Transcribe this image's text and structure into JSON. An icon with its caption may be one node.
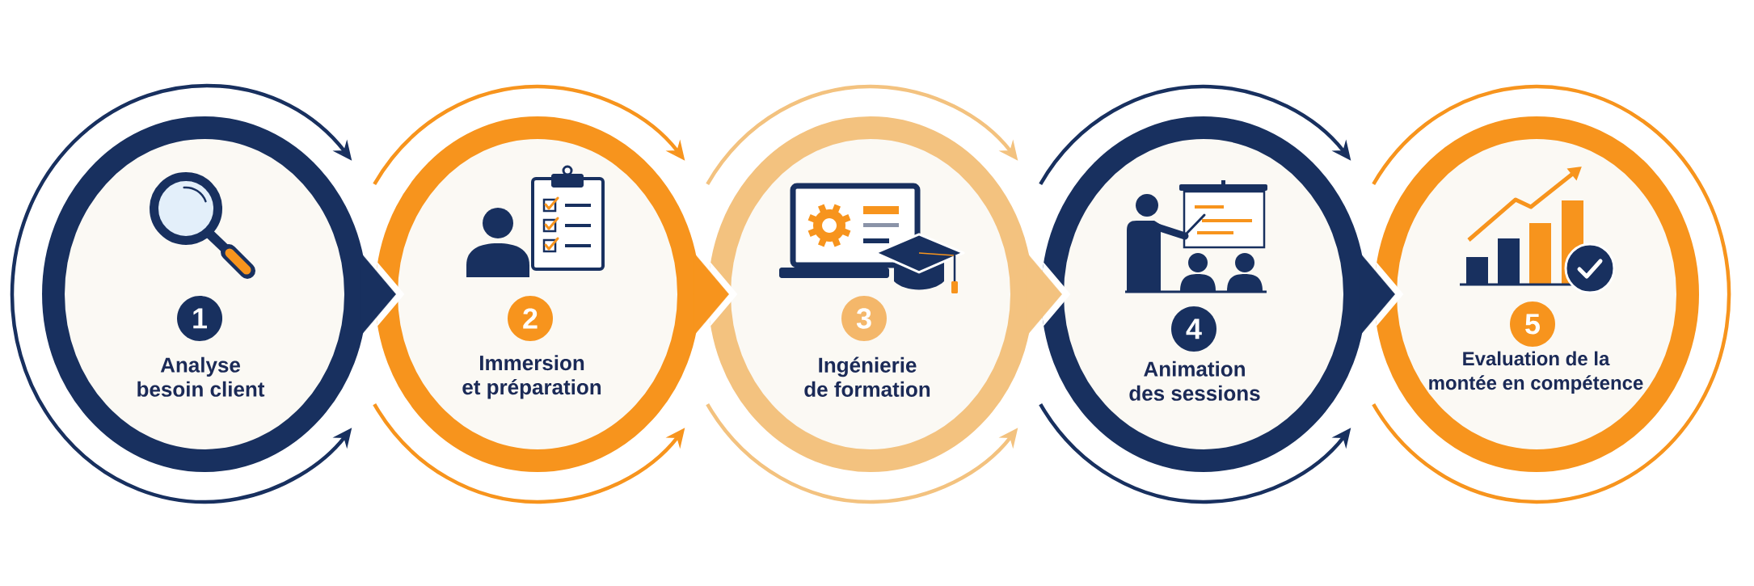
{
  "diagram": {
    "nodes": [
      {
        "text": [
          "Analyse besoin client"
        ]
      },
      {
        "text": [
          "1"
        ],
        "in": 0
      },
      {
        "text": [
          "Immersion et préparation"
        ]
      },
      {
        "text": [
          "2"
        ],
        "in": 2
      },
      {
        "text": [
          "Ingénierie de formation"
        ]
      },
      {
        "text": [
          "3"
        ],
        "in": 4
      },
      {
        "text": [
          "Animation des sessions"
        ]
      },
      {
        "text": [
          "4"
        ],
        "in": 6
      },
      {
        "text": [
          "Evaluation de la montée en compétence"
        ]
      },
      {
        "text": [
          "5"
        ],
        "in": 8
      }
    ],
    "edges": [
      {
        "from": 0,
        "to": 2,
        "arrow": "to"
      },
      {
        "from": 2,
        "to": 4,
        "arrow": "to",
        "color": "#f7941d"
      },
      {
        "from": 4,
        "to": 6,
        "arrow": "to",
        "color": "#f3c27f"
      },
      {
        "from": 6,
        "to": 8,
        "arrow": "to"
      }
    ]
  }
}
